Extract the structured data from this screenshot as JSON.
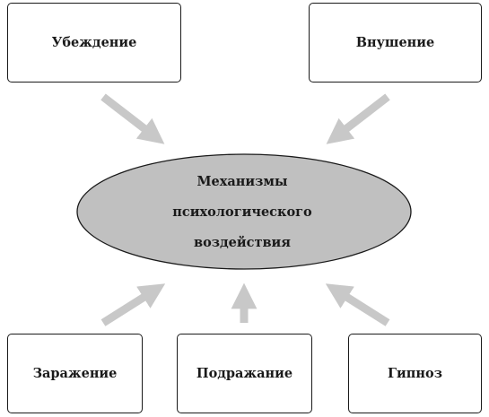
{
  "center": {
    "lines": [
      "Механизмы",
      "психологического",
      "воздействия"
    ],
    "fill": "#c0c0c0"
  },
  "nodes": {
    "top_left": "Убеждение",
    "top_right": "Внушение",
    "bottom_left": "Заражение",
    "bottom_middle": "Подражание",
    "bottom_right": "Гипноз"
  },
  "colors": {
    "arrow": "#c8c8c8",
    "border": "#1a1a1a"
  }
}
